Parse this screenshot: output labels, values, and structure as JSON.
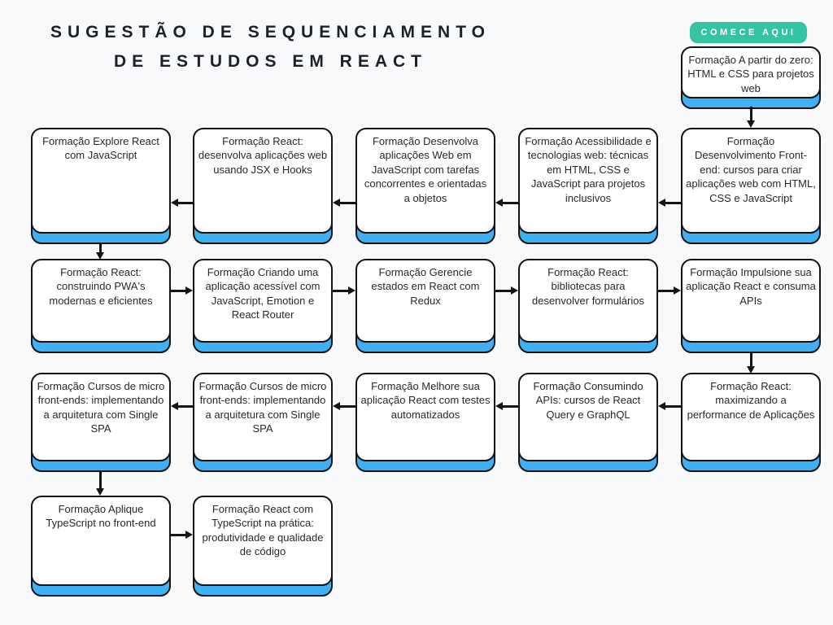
{
  "title": {
    "line1": "SUGESTÃO DE SEQUENCIAMENTO",
    "line2": "DE ESTUDOS EM REACT"
  },
  "badge": {
    "label": "COMECE AQUI"
  },
  "colors": {
    "background": "#f8f9fb",
    "card_accent": "#3fb0f4",
    "badge": "#34c4a4",
    "border": "#141414",
    "text": "#26292f",
    "title": "#1d2025"
  },
  "start_card": {
    "text": "Formação A partir do zero: HTML e CSS para projetos web"
  },
  "rows": [
    {
      "flow_direction": "right-to-left",
      "cards": [
        {
          "text": "Formação Explore React com JavaScript"
        },
        {
          "text": "Formação React: desenvolva aplicações web usando JSX e Hooks"
        },
        {
          "text": "Formação Desenvolva aplicações Web em JavaScript com tarefas concorrentes e orientadas a objetos"
        },
        {
          "text": "Formação Acessibilidade e tecnologias web: técnicas em HTML, CSS e JavaScript para projetos inclusivos"
        },
        {
          "text": "Formação Desenvolvimento Front-end: cursos para criar aplicações web com HTML, CSS e JavaScript"
        }
      ]
    },
    {
      "flow_direction": "left-to-right",
      "cards": [
        {
          "text": "Formação React: construindo PWA's modernas e eficientes"
        },
        {
          "text": "Formação Criando uma aplicação acessível com JavaScript, Emotion e React Router"
        },
        {
          "text": "Formação Gerencie estados em React com Redux"
        },
        {
          "text": "Formação React: bibliotecas para desenvolver formulários"
        },
        {
          "text": "Formação Impulsione sua aplicação React e consuma APIs"
        }
      ]
    },
    {
      "flow_direction": "right-to-left",
      "cards": [
        {
          "text": "Formação Cursos de micro front-ends: implementando a arquitetura com Single SPA"
        },
        {
          "text": "Formação Cursos de micro front-ends: implementando a arquitetura com Single SPA"
        },
        {
          "text": "Formação Melhore sua aplicação React com testes automatizados"
        },
        {
          "text": "Formação Consumindo APIs: cursos de React Query e GraphQL"
        },
        {
          "text": "Formação React: maximizando a performance de Aplicações"
        }
      ]
    },
    {
      "flow_direction": "left-to-right",
      "cards": [
        {
          "text": "Formação Aplique TypeScript no front-end"
        },
        {
          "text": "Formação React com TypeScript na prática: produtividade e qualidade de código"
        }
      ]
    }
  ],
  "vertical_links": [
    "start-card → row1-card5",
    "row1-card1 → row2-card1",
    "row2-card5 → row3-card5",
    "row3-card1 → row4-card1"
  ]
}
